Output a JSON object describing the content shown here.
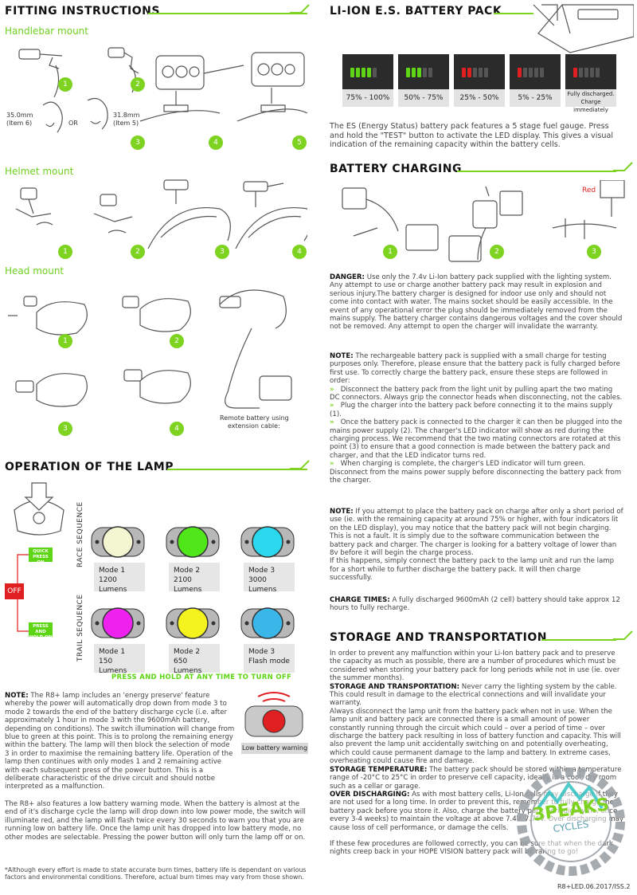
{
  "left": {
    "fitting_title": "FITTING INSTRUCTIONS",
    "handlebar_label": "Handlebar mount",
    "handlebar_steps": [
      "1",
      "2",
      "3",
      "4",
      "5"
    ],
    "size_left": "35.0mm",
    "size_left_item": "(Item 6)",
    "or_label": "OR",
    "size_right": "31.8mm",
    "size_right_item": "(Item 5)",
    "helmet_label": "Helmet mount",
    "helmet_steps": [
      "1",
      "2",
      "3",
      "4"
    ],
    "head_label": "Head mount",
    "head_steps": [
      "1",
      "2",
      "3",
      "4"
    ],
    "remote_caption_1": "Remote battery using",
    "remote_caption_2": "extension cable:",
    "operation_title": "OPERATION OF THE LAMP",
    "quick_press": "QUICK PRESS ON",
    "press_hold": "PRESS AND HOLD ON",
    "off_label": "OFF",
    "race_sequence": "RACE SEQUENCE",
    "trail_sequence": "TRAIL SEQUENCE",
    "race_modes": [
      {
        "name": "Mode 1",
        "lumens": "1200 Lumens",
        "color": "#f4f6d2"
      },
      {
        "name": "Mode 2",
        "lumens": "2100 Lumens",
        "color": "#4fe61a"
      },
      {
        "name": "Mode 3",
        "lumens": "3000 Lumens",
        "color": "#2ad8ee"
      }
    ],
    "trail_modes": [
      {
        "name": "Mode 1",
        "lumens": "150 Lumens",
        "color": "#ee22ee"
      },
      {
        "name": "Mode 2",
        "lumens": "650 Lumens",
        "color": "#f4f31e"
      },
      {
        "name": "Mode 3",
        "lumens": "Flash mode",
        "color": "#3ab6e8"
      }
    ],
    "turn_off_text": "PRESS AND HOLD AT ANY TIME TO TURN OFF",
    "low_battery_label": "Low battery warning",
    "note_label": "NOTE:",
    "note_text": "The R8+ lamp includes an 'energy preserve' feature whereby the power will automatically drop down from mode 3 to mode 2 towards the end of the battery discharge cycle (i.e. after approximately 1 hour in mode 3 with the 9600mAh battery, depending on conditions). The switch illumination will change from blue to green at this point. This is to prolong the remaining energy within the battery. The lamp will then block the selection of mode 3 in order to maximise the remaining battery life. Operation of the lamp then continues with only modes 1 and 2 remaining active with each subsequent press of the power button. This is a deliberate characteristic of the drive circuit and should notbe interpreted as a malfunction.",
    "note_text_2": "The R8+ also features a low battery warning mode. When the battery is almost at the end of it's discharge cycle the lamp will drop down into low power mode, the switch will illuminate red, and the lamp will flash twice every 30 seconds to warn you that you are running low on battery life. Once the lamp unit has dropped into low battery mode, no other modes are selectable. Pressing the power button will only turn the lamp off or on.",
    "footnote": "*Although every effort is made to state accurate burn times, battery life is dependant on various factors and environmental conditions.  Therefore, actual burn times may vary from those shown."
  },
  "right": {
    "battery_title": "LI-ION E.S. BATTERY PACK",
    "fuel_levels": [
      {
        "label": "75% - 100%",
        "lit": 4,
        "color": "#5fd615"
      },
      {
        "label": "50% - 75%",
        "lit": 3,
        "color": "#5fd615"
      },
      {
        "label": "25% - 50%",
        "lit": 2,
        "color": "#e02020"
      },
      {
        "label": "5% - 25%",
        "lit": 1,
        "color": "#e02020"
      },
      {
        "label_1": "Fully discharged.",
        "label_2": "Charge immediately",
        "lit": 1,
        "color": "#e02020"
      }
    ],
    "es_text": "The ES (Energy Status) battery pack features a 5 stage fuel gauge. Press and hold the \"TEST\" button to activate the LED display. This gives a visual indication of the remaining capacity within the battery cells.",
    "charging_title": "BATTERY CHARGING",
    "charging_steps": [
      "1",
      "2",
      "3"
    ],
    "red_label": "Red",
    "danger_label": "DANGER:",
    "danger_text": "Use only the 7.4v Li-Ion battery pack supplied with the lighting system. Any attempt to use or charge another battery pack may result in explosion and serious injury.The battery charger is designed for indoor use only and should not come into contact with water. The mains socket should be easily accessible. In the event of any operational error the plug should be immediately removed from the mains supply. The battery charger contains dangerous voltages and the cover should not be removed. Any attempt to open the charger will invalidate the warranty.",
    "note1_label": "NOTE:",
    "note1_text": "The rechargeable battery pack is supplied with a small charge for testing purposes only. Therefore, please ensure that the battery pack is fully charged before first use. To correctly charge the battery pack, ensure these steps are followed in order:",
    "steps": [
      "Disconnect the battery pack from the light unit by pulling apart the two mating DC connectors. Always grip the connector heads when disconnecting, not the cables.",
      "Plug the charger into the battery pack before connecting it to the mains supply (1).",
      "Once the battery pack is connected to the charger it can then be plugged into the mains power supply (2). The charger's LED indicator will show as red during the charging process. We recommend that the two mating connectors are rotated at this point (3) to ensure that a good connection is made between the battery pack and charger, and that the LED indicator turns red.",
      "When charging is complete, the charger's LED indicator will turn green. Disconnect from the mains power supply before disconnecting the battery pack from the charger."
    ],
    "note2_label": "NOTE:",
    "note2_text": "If you attempt to place the battery pack on charge after only a short period of use (ie. with the remaining capacity at around 75% or higher, with four indicators lit on the LED display), you may notice that the battery pack will not begin charging. This is not a fault. It is simply due to the software communication between the battery pack and charger. The charger is looking for a battery voltage of lower than 8v before it will begin the charge process.",
    "note2_text_2": "If this happens, simply connect the battery pack to the lamp unit and run the lamp for a short while to further discharge the battery pack. It will then charge successfully.",
    "charge_times_label": "CHARGE TIMES:",
    "charge_times_text": "A fully discharged 9600mAh (2 cell) battery should take approx 12 hours to fully recharge.",
    "storage_title": "STORAGE AND TRANSPORTATION",
    "storage_intro": "In order to prevent any malfunction within your Li-Ion battery pack and to preserve the capacity as much as possible, there are a number of procedures which must be considered when storing your battery pack for long periods while not in use (ie. over the summer months).",
    "storage_transport_label": "STORAGE AND TRANSPORTATION:",
    "storage_transport_text": "Never carry the lighting system by the cable. This could result in damage to the electrical connections and will invalidate your warranty.",
    "storage_p2": "Always disconnect the lamp unit from the battery pack when not in use. When the  lamp unit and battery pack are connected there is a small amount of power constantly running through the circuit which could – over a period of time – over discharge the battery pack resulting in loss of battery function and capacity. This will also prevent the lamp unit accidentally switching on and potentially overheating, which could cause permanent damage to the lamp and battery. In extreme cases, overheating could cause fire and damage.",
    "storage_temp_label": "STORAGE TEMPERATURE:",
    "storage_temp_text": "The battery pack should be stored within a temperature range of -20°C to 25°C in order to preserve cell capacity, ideally in a cool, dry room such as a cellar or garage.",
    "over_label": "OVER DISCHARGING:",
    "over_text": "As with most battery cells, Li-Ion cells may discharge if they are not used for a long time.  In order to prevent this, remember to fully charge the battery pack before you store it.  Also, charge the battery pack periodically (ie. once every 3-4 weeks) to maintain the voltage at above 7.4V. 7.76V. Over discharging may cause loss of cell performance, or damage the cells.",
    "storage_final": "If these few procedures are followed correctly, you can be sure that when the dark nights creep back in your HOPE VISION battery pack will be raring to go!",
    "doc_ref": "R8+LED.06.2017/ISS.2"
  },
  "stamp": {
    "line1": "3PEAKS",
    "line2": "CYCLES"
  }
}
